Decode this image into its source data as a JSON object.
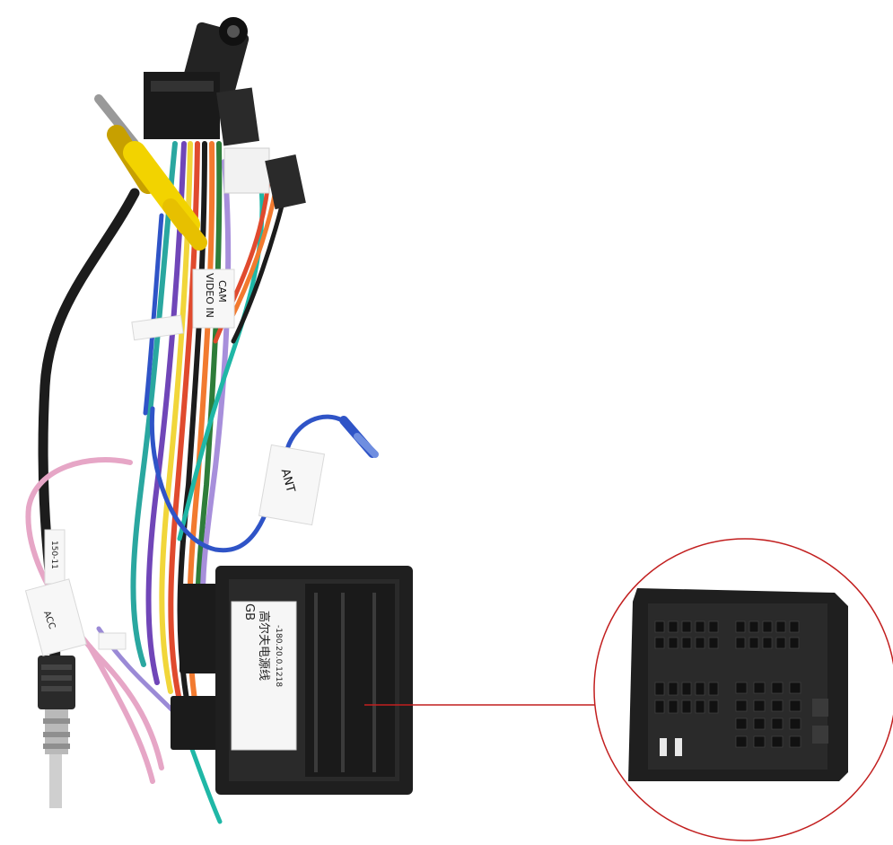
{
  "labels": {
    "cam_line1": "CAM",
    "cam_line2": "VIDEO IN",
    "ant": "ANT",
    "connector_line1": "GB",
    "connector_line2": "高尔夫电源线",
    "connector_line3": "-180.20.0.1218",
    "side_tag_left": "ACC",
    "side_tag_upper": "150-11"
  }
}
